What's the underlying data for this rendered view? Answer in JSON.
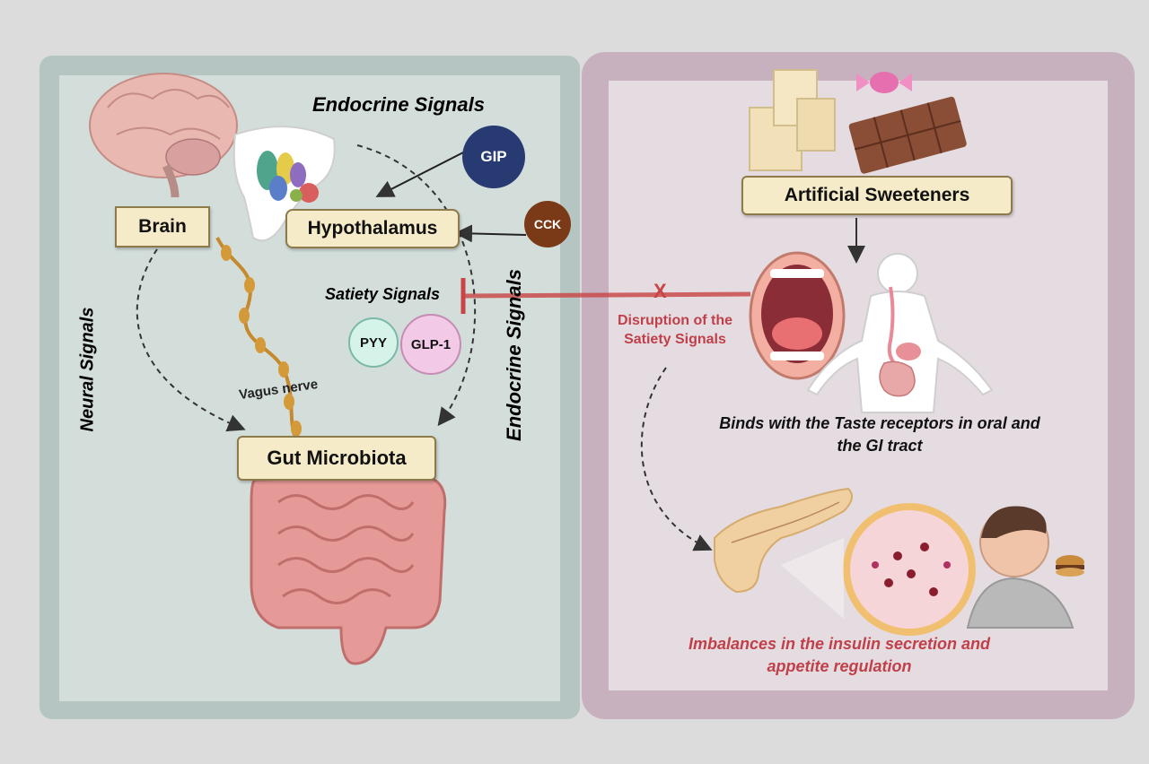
{
  "left_panel": {
    "brain_label": "Brain",
    "hypothalamus_label": "Hypothalamus",
    "gut_label": "Gut Microbiota",
    "endocrine_top": "Endocrine Signals",
    "endocrine_side": "Endocrine Signals",
    "neural": "Neural Signals",
    "satiety": "Satiety Signals",
    "vagus": "Vagus nerve",
    "hormones": {
      "gip": "GIP",
      "cck": "CCK",
      "pyy": "PYY",
      "glp1": "GLP-1"
    }
  },
  "right_panel": {
    "sweeteners_label": "Artificial Sweeteners",
    "disruption_line1": "Disruption of the",
    "disruption_line2": "Satiety Signals",
    "inhibit_mark": "X",
    "binds_line1": "Binds with the Taste receptors in oral and",
    "binds_line2": "the GI tract",
    "imbalance_line1": "Imbalances in the insulin secretion and",
    "imbalance_line2": "appetite regulation"
  },
  "colors": {
    "gip": "#283a72",
    "cck": "#7a3a17",
    "pyy": "#d6f3ea",
    "glp1": "#f2c9e6",
    "inhibit": "#c94444",
    "warning_text": "#c0404a"
  }
}
